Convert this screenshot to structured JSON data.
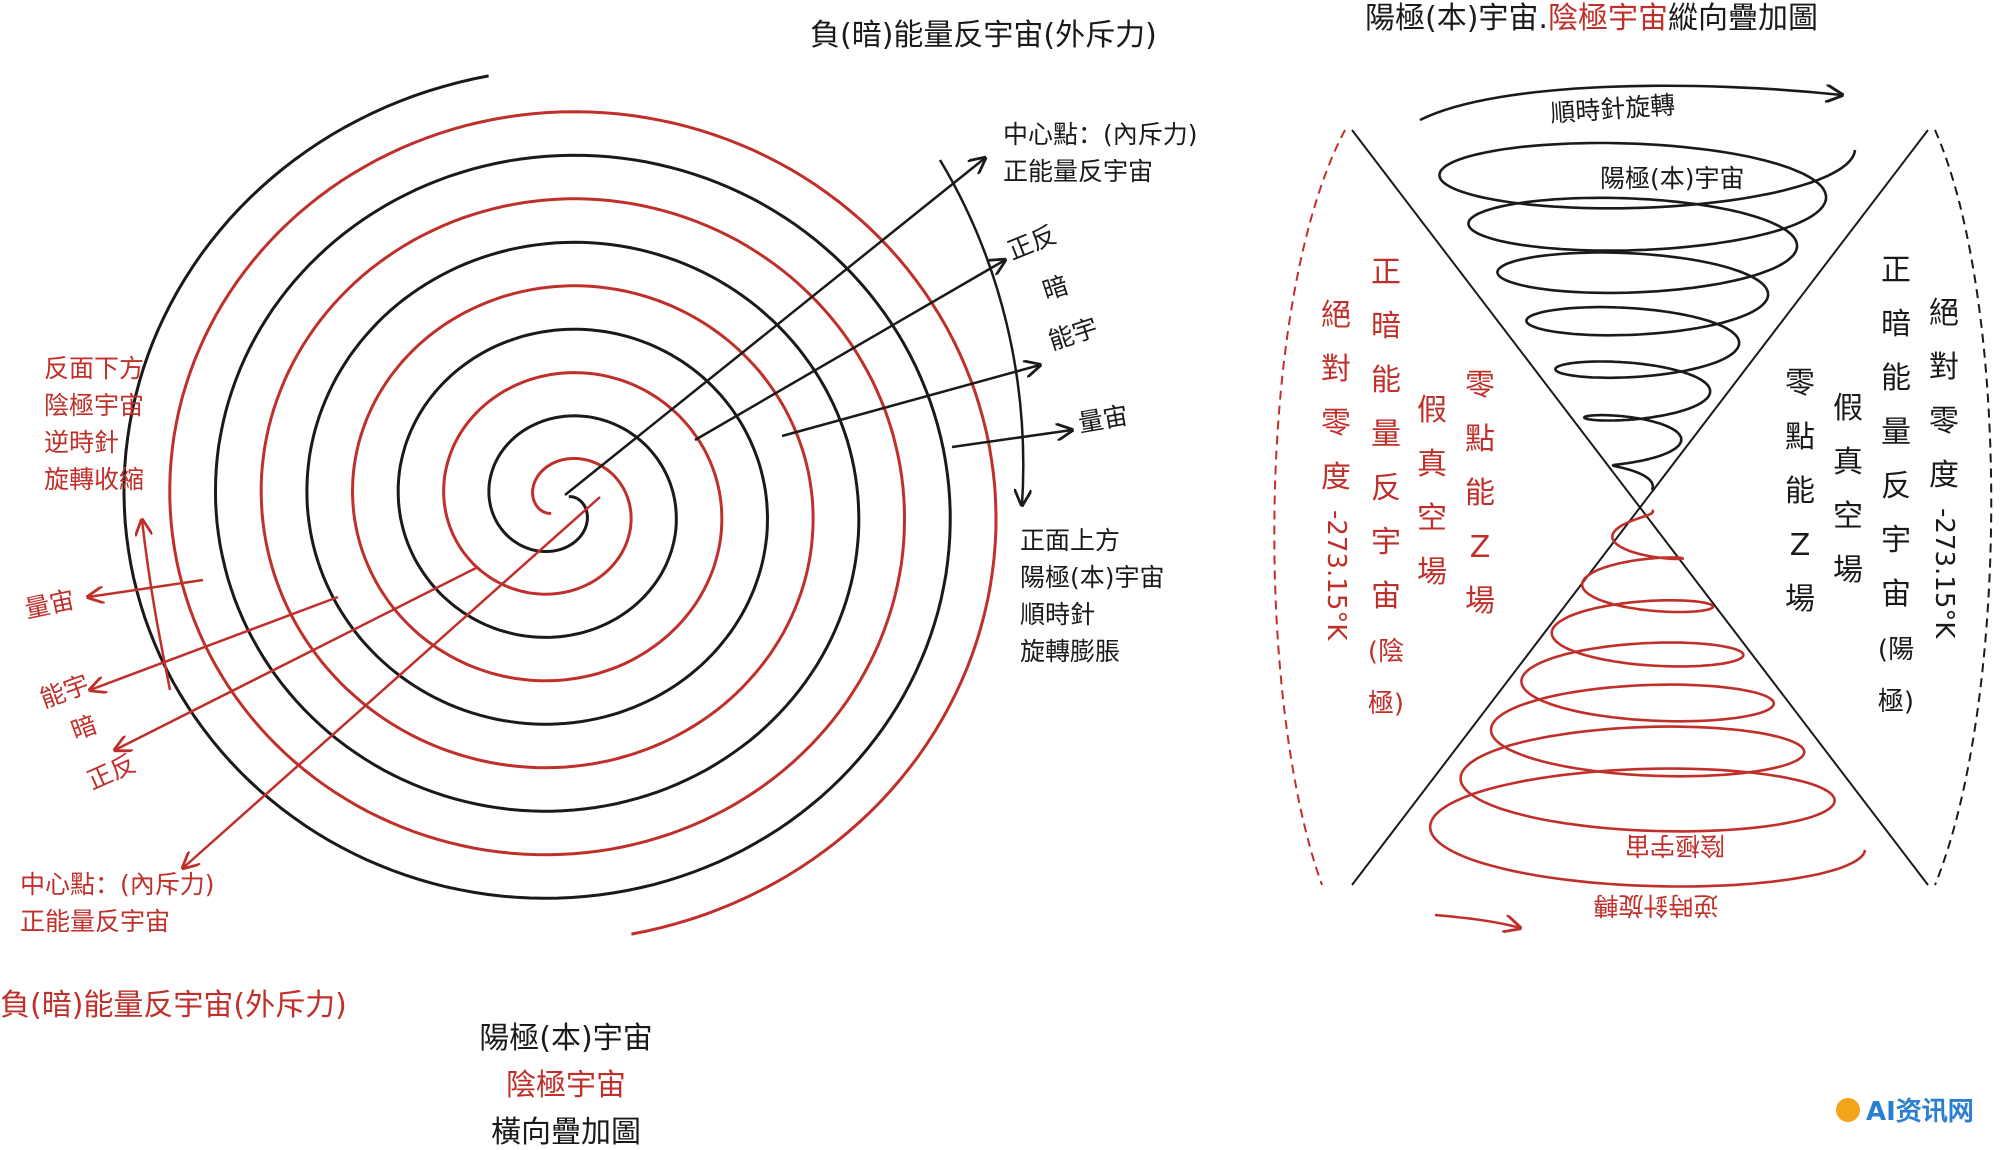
{
  "colors": {
    "black": "#1a1a1a",
    "red": "#c0302b",
    "watermark": "#2b7fd1"
  },
  "left": {
    "title_top": "負(暗)能量反宇宙(外斥力)",
    "title_bottom_red": "負(暗)能量反宇宙(外斥力)",
    "caption": [
      "陽極(本)宇宙",
      "陰極宇宙",
      "橫向疊加圖"
    ],
    "center_right": [
      "中心點：(內斥力)",
      "正能量反宇宙"
    ],
    "right_arrow_labels": [
      "正反",
      "暗",
      "能宇",
      "量宙"
    ],
    "right_side": [
      "正面上方",
      "陽極(本)宇宙",
      "順時針",
      "旋轉膨脹"
    ],
    "left_side_red": [
      "反面下方",
      "陰極宇宙",
      "逆時針",
      "旋轉收縮"
    ],
    "left_arrow_labels_red": [
      "量宙",
      "能宇",
      "暗",
      "正反"
    ],
    "center_left_red": [
      "中心點：(內斥力)",
      "正能量反宇宙"
    ]
  },
  "right": {
    "title_black": "陽極(本)宇宙.",
    "title_red": "陰極宇宙",
    "title_black2": "縱向疊加圖",
    "top_spiral_labels": [
      "順時針旋轉",
      "陽極(本)宇宙"
    ],
    "bottom_spiral_labels": [
      "陰極宇宙",
      "逆時針旋轉"
    ],
    "left_col_outer": [
      "絕",
      "對",
      "零",
      "度",
      "-273.15°K"
    ],
    "left_col_mid": [
      "正",
      "暗",
      "能",
      "量",
      "反",
      "宇",
      "宙",
      "(陰",
      "極)"
    ],
    "left_col_inner1": [
      "假",
      "真",
      "空",
      "場"
    ],
    "left_col_inner2": [
      "零",
      "點",
      "能",
      "Z",
      "場"
    ],
    "right_col_outer": [
      "絕",
      "對",
      "零",
      "度",
      "-273.15°K"
    ],
    "right_col_mid": [
      "正",
      "暗",
      "能",
      "量",
      "反",
      "宇",
      "宙",
      "(陽",
      "極)"
    ],
    "right_col_inner1": [
      "假",
      "真",
      "空",
      "場"
    ],
    "right_col_inner2": [
      "零",
      "點",
      "能",
      "Z",
      "場"
    ]
  },
  "watermark": "AI资讯网"
}
